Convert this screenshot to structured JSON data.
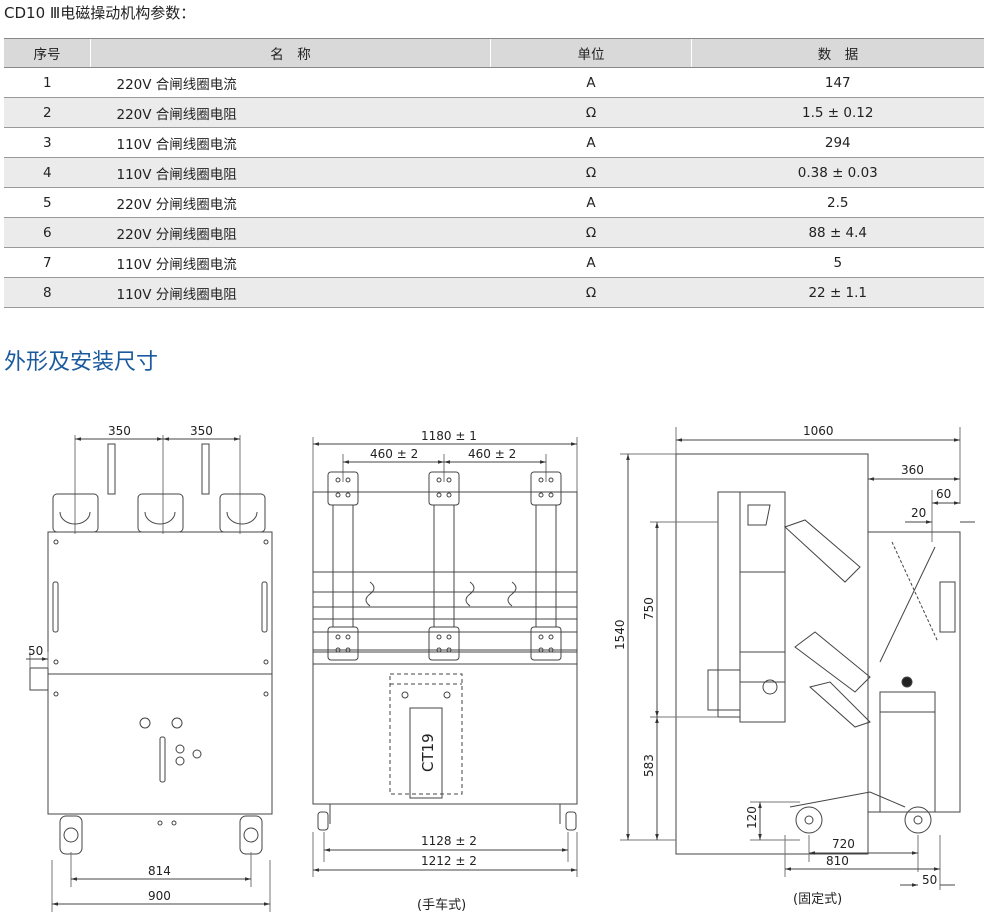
{
  "table_title": "CD10 Ⅲ电磁操动机构参数：",
  "table": {
    "headers": [
      "序号",
      "名　称",
      "单位",
      "数　据"
    ],
    "rows": [
      [
        "1",
        "220V 合闸线圈电流",
        "A",
        "147"
      ],
      [
        "2",
        "220V 合闸线圈电阻",
        "Ω",
        "1.5 ± 0.12"
      ],
      [
        "3",
        "110V 合闸线圈电流",
        "A",
        "294"
      ],
      [
        "4",
        "110V 合闸线圈电阻",
        "Ω",
        "0.38 ± 0.03"
      ],
      [
        "5",
        "220V 分闸线圈电流",
        "A",
        "2.5"
      ],
      [
        "6",
        "220V 分闸线圈电阻",
        "Ω",
        "88 ± 4.4"
      ],
      [
        "7",
        "110V 分闸线圈电流",
        "A",
        "5"
      ],
      [
        "8",
        "110V 分闸线圈电阻",
        "Ω",
        "22 ± 1.1"
      ]
    ]
  },
  "section_title": "外形及安装尺寸",
  "drawings": {
    "front": {
      "dim_350a": "350",
      "dim_350b": "350",
      "dim_50": "50",
      "dim_814": "814",
      "dim_900": "900"
    },
    "handcart": {
      "dim_1180": "1180 ± 1",
      "dim_460a": "460 ± 2",
      "dim_460b": "460 ± 2",
      "ct_label": "CT19",
      "dim_1128": "1128 ± 2",
      "dim_1212": "1212 ± 2",
      "caption": "(手车式)"
    },
    "fixed": {
      "dim_1060": "1060",
      "dim_360": "360",
      "dim_60": "60",
      "dim_20": "20",
      "dim_1540": "1540",
      "dim_750": "750",
      "dim_583": "583",
      "dim_120": "120",
      "dim_720": "720",
      "dim_810": "810",
      "dim_50": "50",
      "caption": "(固定式)"
    }
  }
}
